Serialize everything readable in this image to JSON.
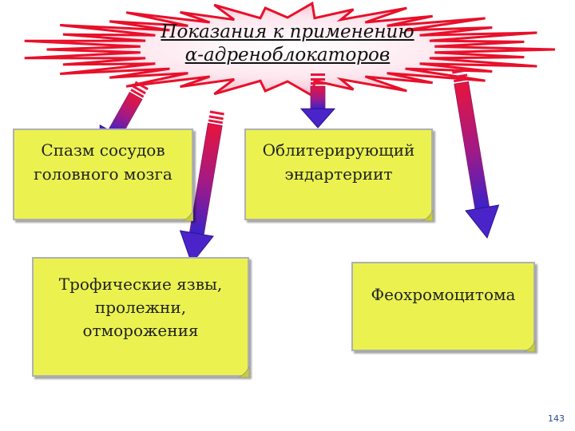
{
  "title": {
    "line1": "Показания к применению",
    "line2": "α-адреноблокаторов"
  },
  "boxes": [
    {
      "lines": [
        "Спазм сосудов",
        "головного мозга"
      ]
    },
    {
      "lines": [
        "Облитерирующий",
        "эндартериит"
      ]
    },
    {
      "lines": [
        "Трофические язвы,",
        "пролежни,",
        "отморожения"
      ]
    },
    {
      "lines": [
        "Феохромоцитома"
      ]
    }
  ],
  "page_number": "143",
  "colors": {
    "starburst_fill": "#fde6ee",
    "starburst_edge": "#e8102a",
    "card_fill": "#ebf250",
    "arrow_top": "#e8143c",
    "arrow_bottom": "#3a22c8"
  }
}
